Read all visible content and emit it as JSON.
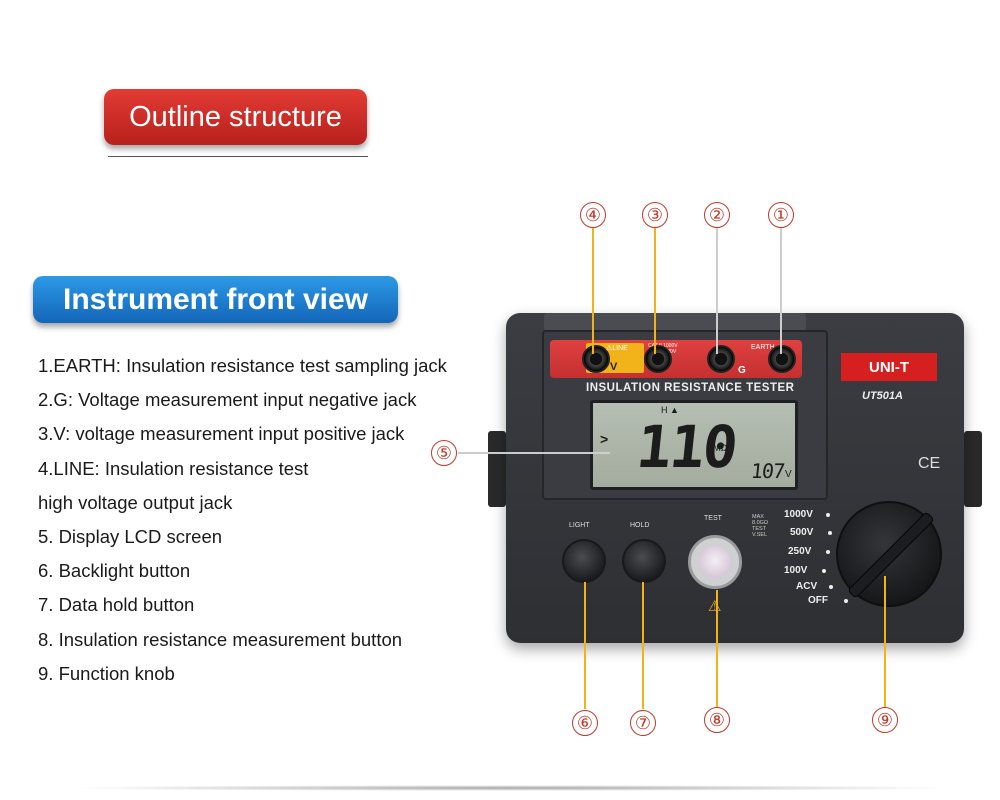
{
  "header": {
    "title": "Outline structure"
  },
  "section": {
    "title": "Instrument front view"
  },
  "descriptions": [
    "1.EARTH: Insulation resistance test sampling jack",
    "2.G: Voltage measurement input negative jack",
    "3.V: voltage measurement input positive jack",
    "4.LINE: Insulation resistance test",
    "high voltage output jack",
    "5. Display LCD screen",
    "6. Backlight button",
    "7. Data hold button",
    "8. Insulation resistance measurement button",
    "9. Function knob"
  ],
  "callouts": [
    "①",
    "②",
    "③",
    "④",
    "⑤",
    "⑥",
    "⑦",
    "⑧",
    "⑨"
  ],
  "device": {
    "brand": "UNI-T",
    "model": "UT501A",
    "panel_label": "INSULATION RESISTANCE TESTER",
    "jack_labels": {
      "line": "⚠LINE",
      "v": "V",
      "g": "G",
      "earth": "EARTH",
      "cat": "CAT II 1000V CAT III 600V"
    },
    "lcd": {
      "main": "110",
      "unit": "MΩ",
      "sub": "107",
      "sub_unit": "V",
      "arrow": ">",
      "icons": "H ▲"
    },
    "buttons": {
      "light": "LIGHT",
      "hold": "HOLD",
      "test": "TEST"
    },
    "ranges": [
      "1000V",
      "500V",
      "250V",
      "100V",
      "ACV",
      "OFF"
    ],
    "range_note": "MAX 8.0GΩ TEST V.SEL",
    "ce": "CE"
  },
  "colors": {
    "red_banner": "#d22a25",
    "blue_banner": "#1f7fd0",
    "callout": "#c0392b",
    "lead": "#f2b21a"
  }
}
